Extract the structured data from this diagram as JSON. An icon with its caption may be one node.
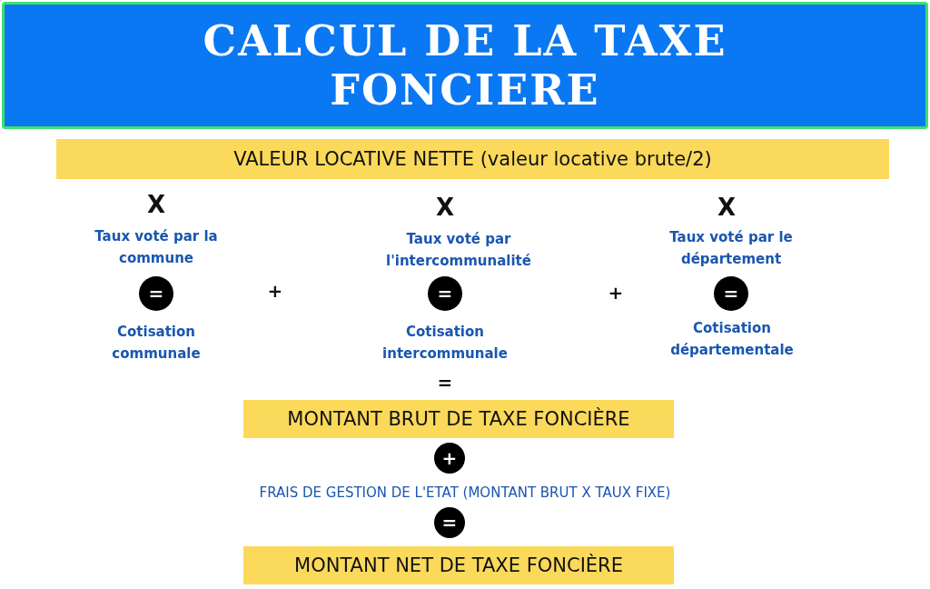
{
  "diagram": {
    "title": "CALCUL DE LA TAXE FONCIERE",
    "nodes": [
      {
        "text": [
          "VALEUR LOCATIVE NETTE (valeur locative brute/2)"
        ]
      },
      {
        "text": [
          "="
        ]
      },
      {
        "text": [
          "="
        ]
      },
      {
        "text": [
          "="
        ]
      },
      {
        "text": [
          "MONTANT BRUT DE TAXE FONCIÈRE"
        ]
      },
      {
        "text": [
          "+"
        ]
      },
      {
        "text": [
          "="
        ]
      },
      {
        "text": [
          "MONTANT NET DE TAXE FONCIÈRE"
        ]
      }
    ],
    "labels": [
      "X",
      "X",
      "X",
      "Taux voté par la commune",
      "Taux voté par l'intercommunalité",
      "Taux voté par le département",
      "+",
      "+",
      "Cotisation communale",
      "Cotisation intercommunale",
      "Cotisation départementale",
      "=",
      "FRAIS DE GESTION DE L'ETAT (MONTANT BRUT X TAUX FIXE)"
    ]
  }
}
